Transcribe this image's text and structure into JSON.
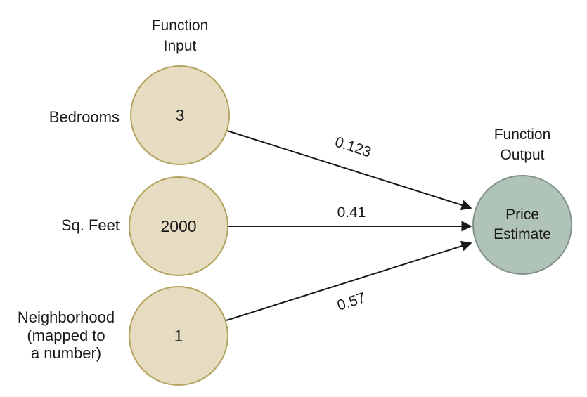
{
  "diagram": {
    "input_header": "Function\nInput",
    "output_header": "Function\nOutput",
    "inputs": [
      {
        "label": "Bedrooms",
        "value": "3",
        "weight": "0.123"
      },
      {
        "label": "Sq. Feet",
        "value": "2000",
        "weight": "0.41"
      },
      {
        "label": "Neighborhood\n(mapped to\na number)",
        "value": "1",
        "weight": "0.57"
      }
    ],
    "output": {
      "label": "Price\nEstimate"
    },
    "colors": {
      "input_fill": "#e6dcc2",
      "input_border": "#b4a35e",
      "output_fill": "#afc3b6",
      "output_border": "#82928a",
      "line_color": "#1a1a1a",
      "text_color": "#1a1a1a"
    }
  }
}
